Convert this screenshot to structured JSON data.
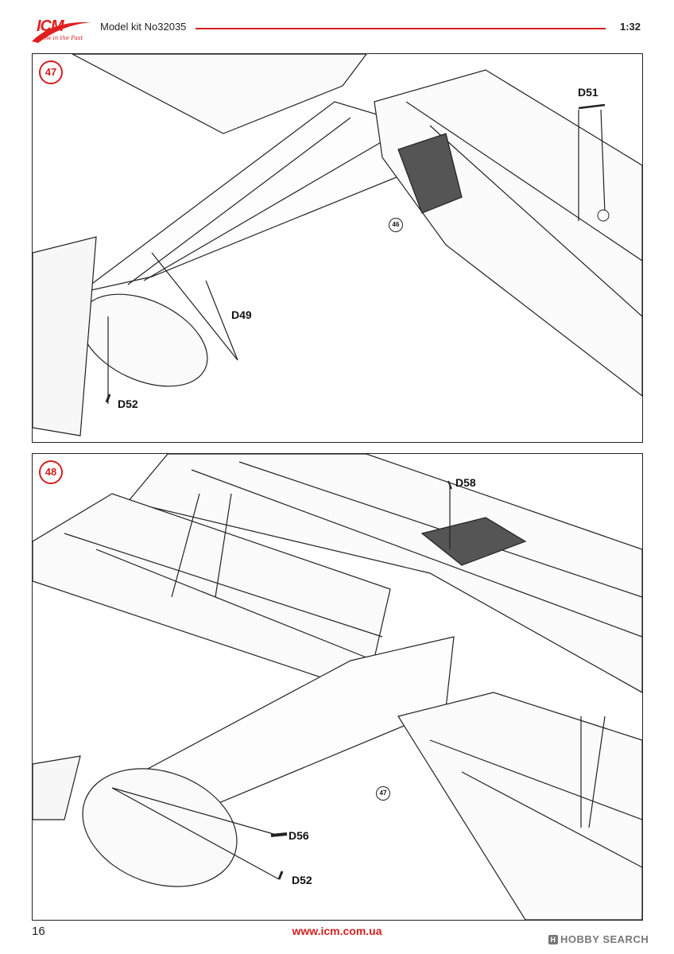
{
  "header": {
    "logo_text": "ICM",
    "logo_tagline": "Now in the Past",
    "kit_title": "Model kit No32035",
    "scale": "1:32"
  },
  "steps": [
    {
      "number": "47",
      "reference": "46",
      "parts": [
        "D51",
        "D49",
        "D52"
      ]
    },
    {
      "number": "48",
      "reference": "47",
      "parts": [
        "D58",
        "D56",
        "D52"
      ]
    }
  ],
  "footer": {
    "page_number": "16",
    "url": "www.icm.com.ua",
    "watermark": "HOBBY SEARCH"
  },
  "colors": {
    "accent": "#d42020",
    "line": "#222222"
  },
  "icons": [
    "logo-swoosh-icon",
    "hobby-search-icon"
  ]
}
